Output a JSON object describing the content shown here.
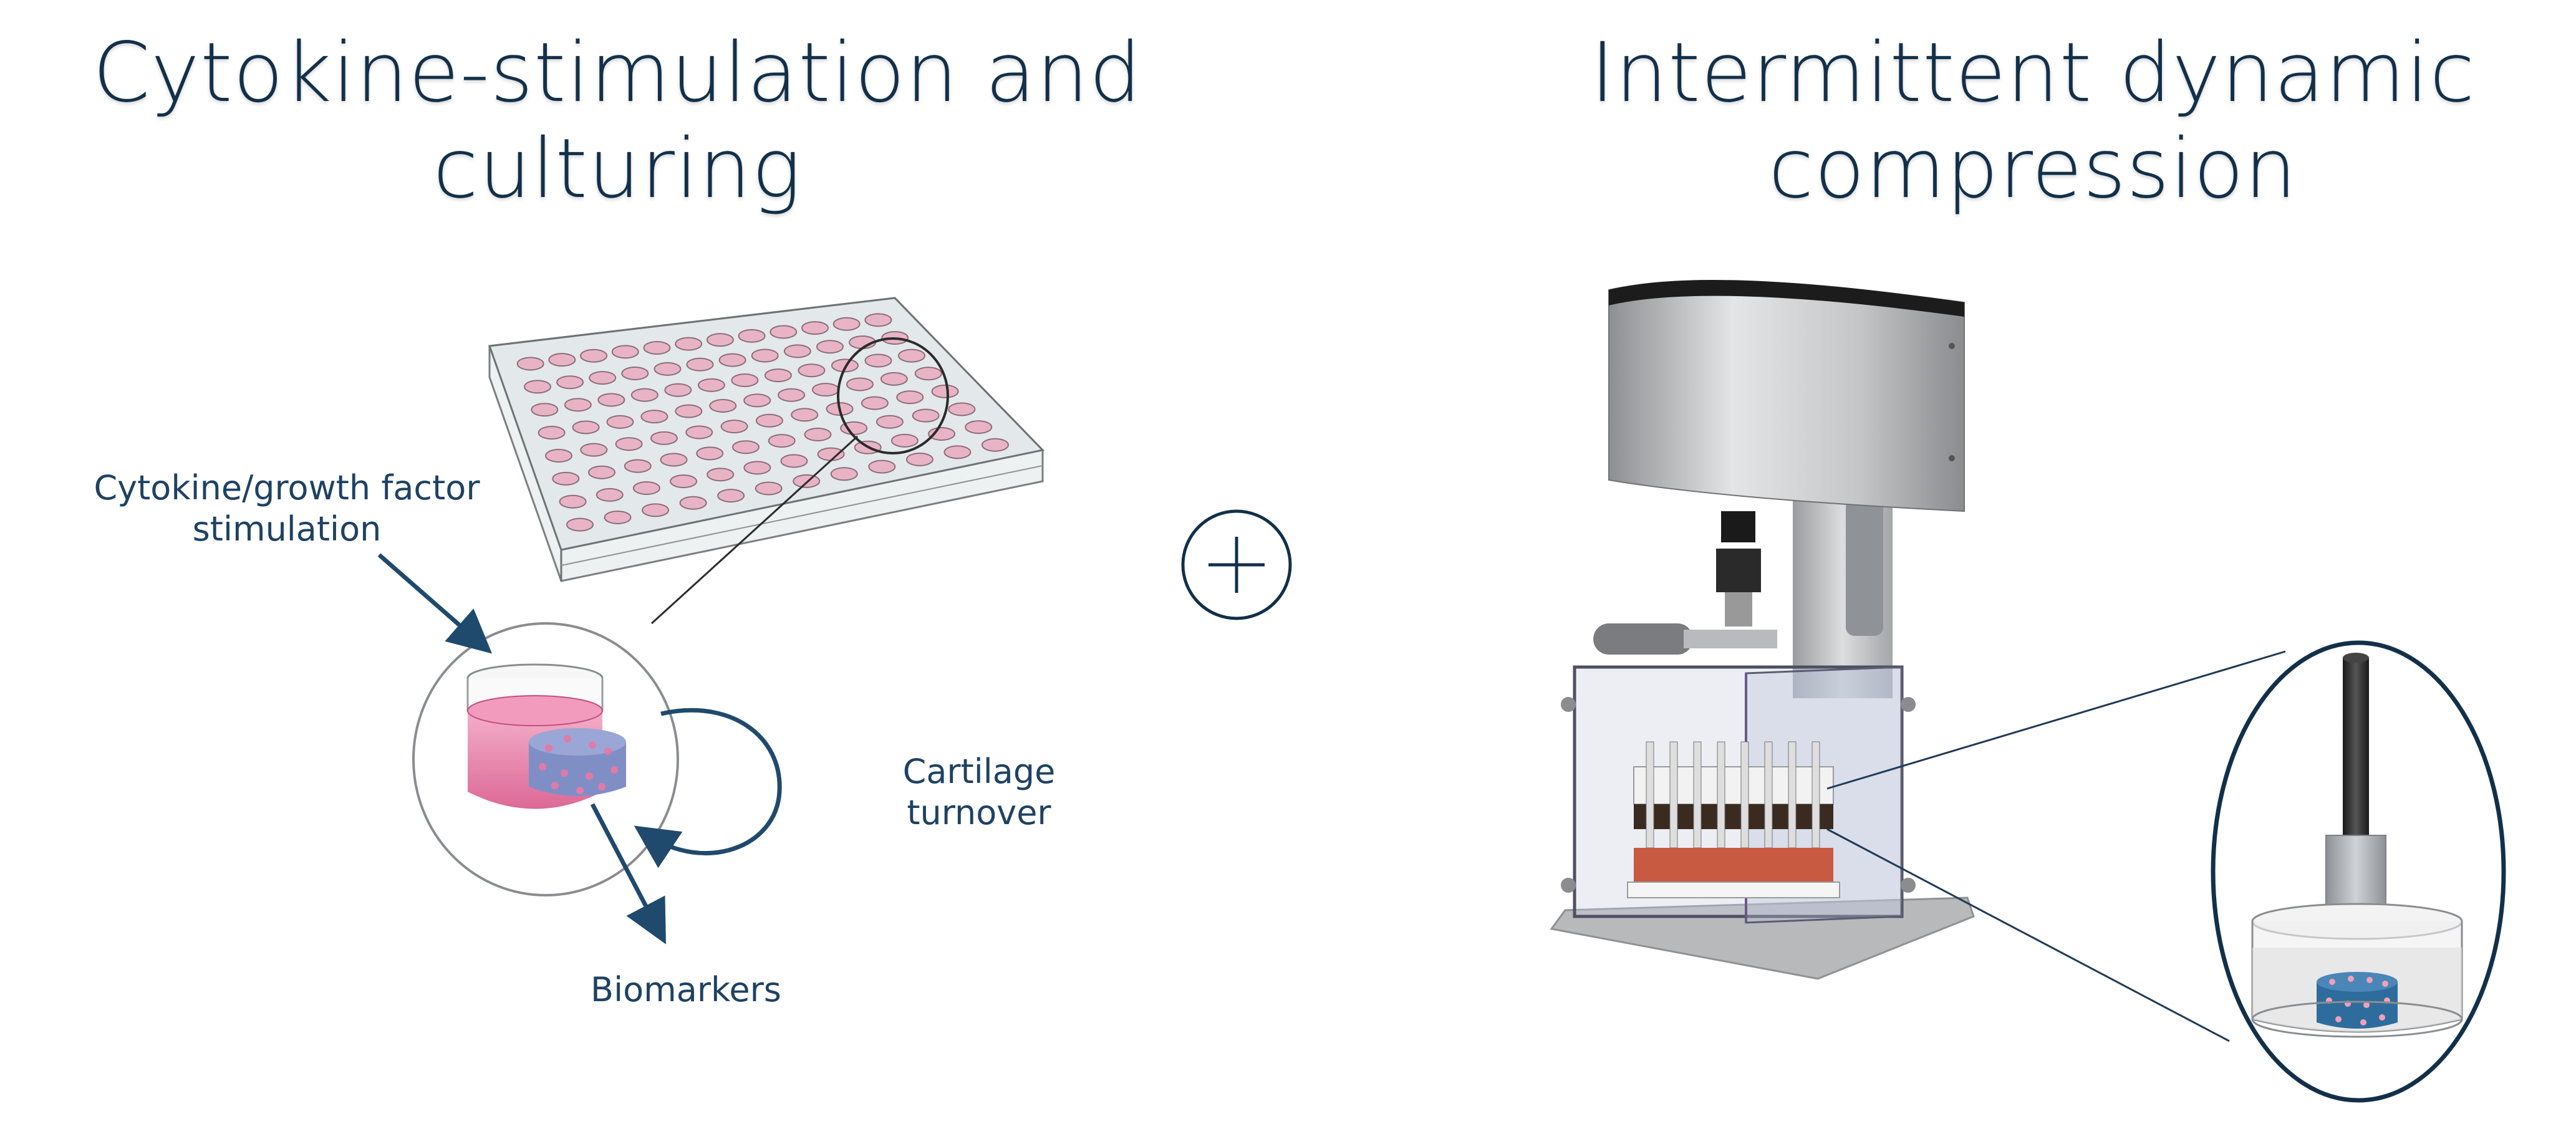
{
  "panels": {
    "left": {
      "title_line1": "Cytokine-stimulation and",
      "title_line2": "culturing",
      "stimulation_line1": "Cytokine/growth factor",
      "stimulation_line2": "stimulation",
      "cartilage_line1": "Cartilage",
      "cartilage_line2": "turnover",
      "biomarkers": "Biomarkers"
    },
    "right": {
      "title_line1": "Intermittent dynamic",
      "title_line2": "compression"
    }
  },
  "connector_symbol": "plus-circle-icon",
  "colors": {
    "title": "#12304a",
    "label": "#1e4263",
    "arrow": "#1f4a6e",
    "medium_pink": "#e0709a",
    "explant_blue": "#2f6c9e"
  }
}
